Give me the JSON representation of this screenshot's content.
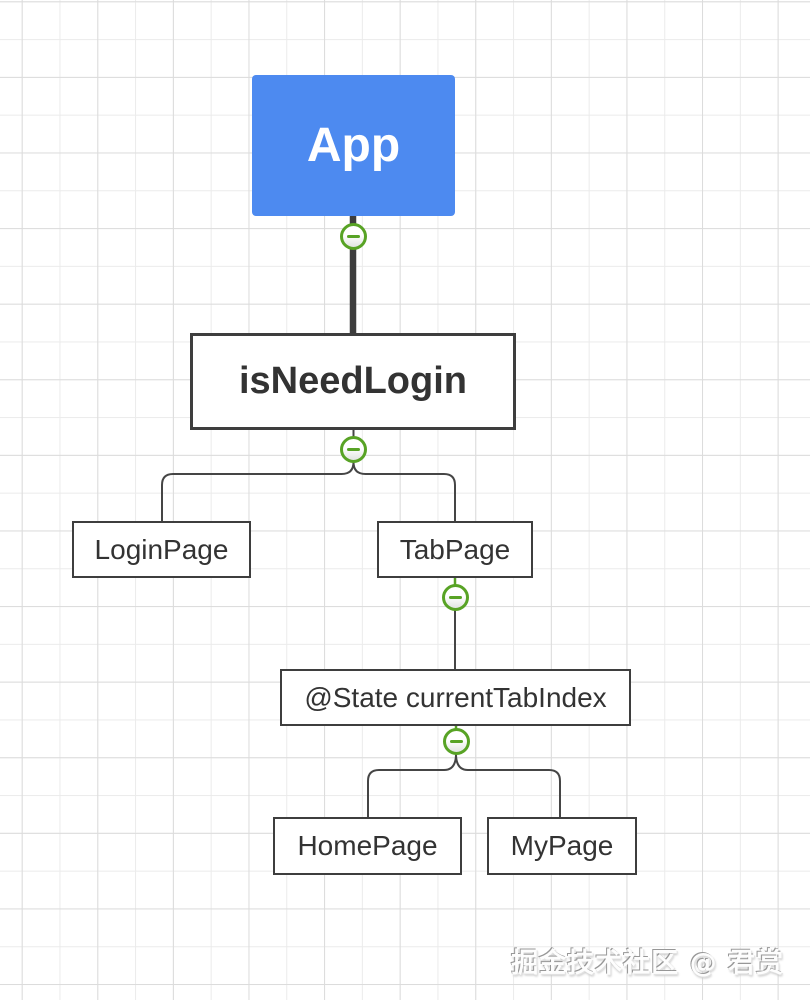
{
  "diagram": {
    "type": "mindmap-tree",
    "nodes": {
      "app": {
        "label": "App",
        "role": "root"
      },
      "isNeedLogin": {
        "label": "isNeedLogin",
        "role": "branch"
      },
      "loginPage": {
        "label": "LoginPage",
        "role": "leaf"
      },
      "tabPage": {
        "label": "TabPage",
        "role": "branch"
      },
      "stateCurrentTabIndex": {
        "label": "@State currentTabIndex",
        "role": "branch"
      },
      "homePage": {
        "label": "HomePage",
        "role": "leaf"
      },
      "myPage": {
        "label": "MyPage",
        "role": "leaf"
      }
    },
    "edges": [
      {
        "from": "App",
        "to": "isNeedLogin"
      },
      {
        "from": "isNeedLogin",
        "to": "LoginPage"
      },
      {
        "from": "isNeedLogin",
        "to": "TabPage"
      },
      {
        "from": "TabPage",
        "to": "@State currentTabIndex"
      },
      {
        "from": "@State currentTabIndex",
        "to": "HomePage"
      },
      {
        "from": "@State currentTabIndex",
        "to": "MyPage"
      }
    ],
    "collapse_buttons": {
      "icon": "minus-circle-icon",
      "count": 4,
      "state": "expanded"
    },
    "colors": {
      "root_fill": "#4d8af0",
      "root_text": "#ffffff",
      "node_border": "#3e3e3e",
      "node_text": "#333333",
      "connector": "#454545",
      "collapse_green": "#58a325",
      "grid_line": "#dcdcdc",
      "canvas_bg": "#ffffff"
    }
  },
  "watermark": {
    "text": "掘金技术社区 @ 君赏"
  }
}
